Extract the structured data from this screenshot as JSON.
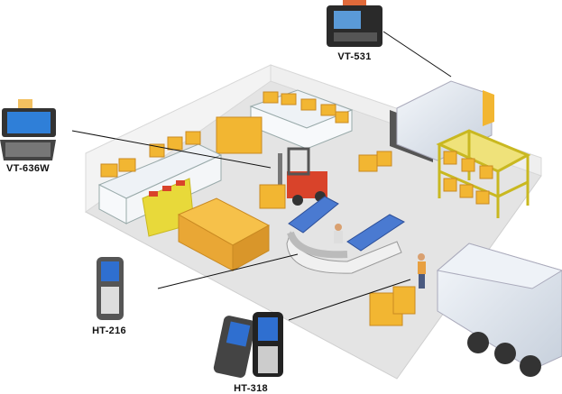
{
  "devices": [
    {
      "id": "vt531",
      "label": "VT-531"
    },
    {
      "id": "vt636w",
      "label": "VT-636W"
    },
    {
      "id": "ht216",
      "label": "HT-216"
    },
    {
      "id": "ht318",
      "label": "HT-318"
    }
  ],
  "colors": {
    "floor": "#e6e6e6",
    "wall": "#f2f2f2",
    "box": "#f2b632",
    "box_shade": "#d9962a",
    "rack": "#e8d93a",
    "forklift": "#d9432a",
    "conveyor": "#4a7ad1",
    "truck": "#dde4ee"
  }
}
